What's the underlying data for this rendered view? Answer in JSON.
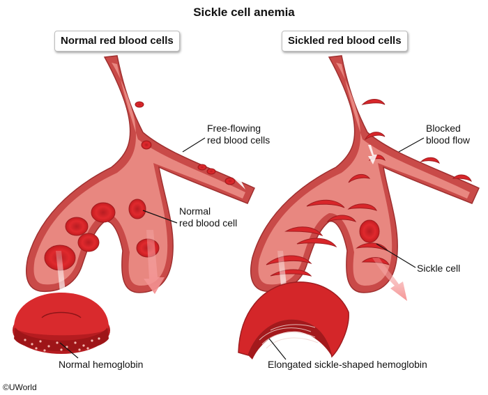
{
  "title": "Sickle cell anemia",
  "panels": {
    "normal": {
      "label": "Normal red blood cells",
      "callouts": {
        "free_flowing": [
          "Free-flowing",
          "red blood cells"
        ],
        "normal_cell": [
          "Normal",
          "red blood cell"
        ],
        "hemoglobin": "Normal hemoglobin"
      }
    },
    "sickled": {
      "label": "Sickled red blood cells",
      "callouts": {
        "blocked": [
          "Blocked",
          "blood flow"
        ],
        "sickle_cell": "Sickle cell",
        "hemoglobin": "Elongated sickle-shaped hemoglobin"
      }
    }
  },
  "copyright": "©UWorld",
  "colors": {
    "vessel_wall": "#c9504e",
    "vessel_inner": "#e8807a",
    "blood_cell": "#d8262a",
    "arrow": "#ffffff"
  }
}
